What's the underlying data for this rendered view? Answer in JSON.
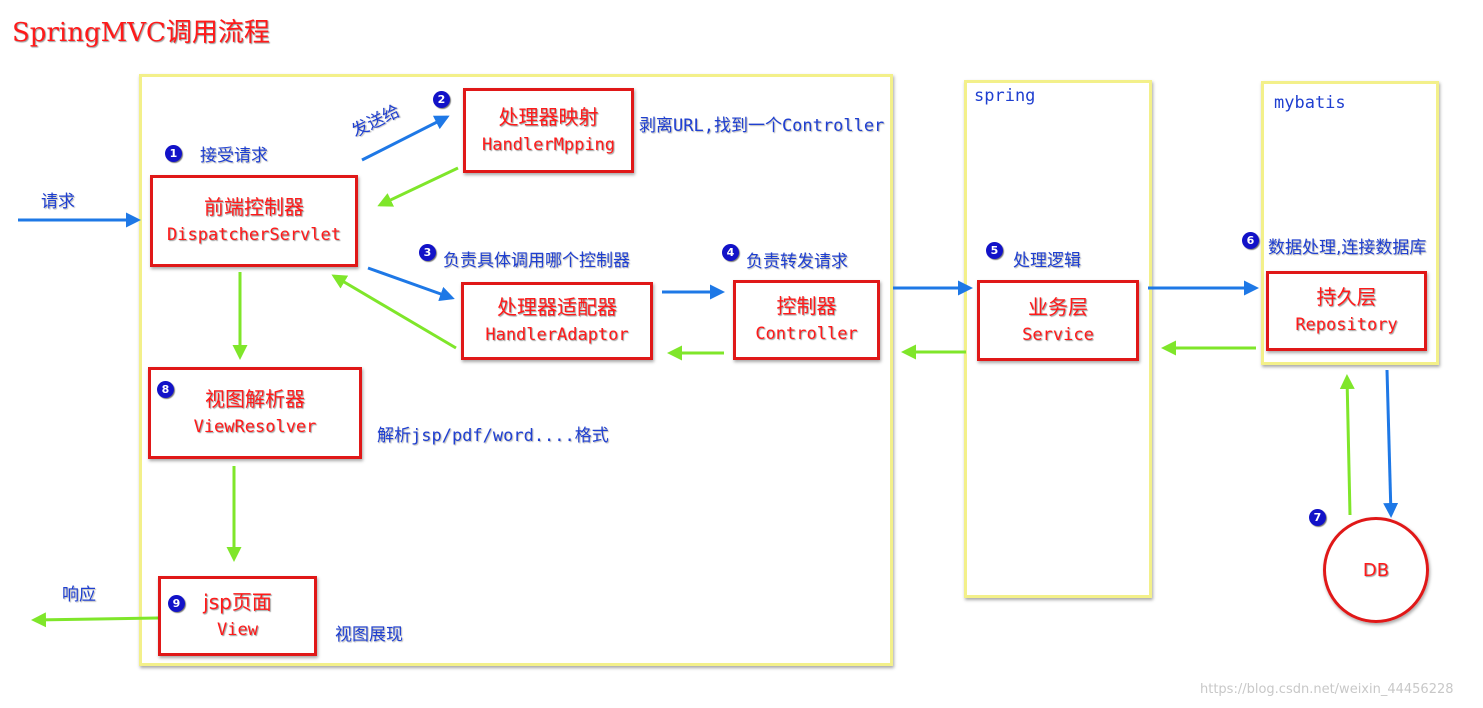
{
  "title": "SpringMVC调用流程",
  "panels": {
    "spring": "spring",
    "mybatis": "mybatis"
  },
  "boxes": {
    "dispatcher": {
      "zh": "前端控制器",
      "en": "DispatcherServlet"
    },
    "handler_mapping": {
      "zh": "处理器映射",
      "en": "HandlerMpping"
    },
    "handler_adaptor": {
      "zh": "处理器适配器",
      "en": "HandlerAdaptor"
    },
    "controller": {
      "zh": "控制器",
      "en": "Controller"
    },
    "service": {
      "zh": "业务层",
      "en": "Service"
    },
    "repository": {
      "zh": "持久层",
      "en": "Repository"
    },
    "view_resolver": {
      "zh": "视图解析器",
      "en": "ViewResolver"
    },
    "view": {
      "zh": "jsp页面",
      "en": "View"
    },
    "db": "DB"
  },
  "notes": {
    "request": "请求",
    "response": "响应",
    "send_to": "发送给",
    "accept_request": "接受请求",
    "strip_url": "剥离URL,找到一个Controller",
    "which_controller": "负责具体调用哪个控制器",
    "forward_request": "负责转发请求",
    "process_logic": "处理逻辑",
    "data_processing": "数据处理,连接数据库",
    "parse_formats": "解析jsp/pdf/word....格式",
    "view_display": "视图展现"
  },
  "steps": [
    "1",
    "2",
    "3",
    "4",
    "5",
    "6",
    "7",
    "8",
    "9"
  ],
  "colors": {
    "request_arrow": "#1e78e6",
    "response_arrow": "#7fe62a",
    "box_border": "#e01818",
    "panel_border": "#f3f08a",
    "label_blue": "#1f3fd0",
    "title_red": "#ff1a1a"
  },
  "watermark": "https://blog.csdn.net/weixin_44456228"
}
